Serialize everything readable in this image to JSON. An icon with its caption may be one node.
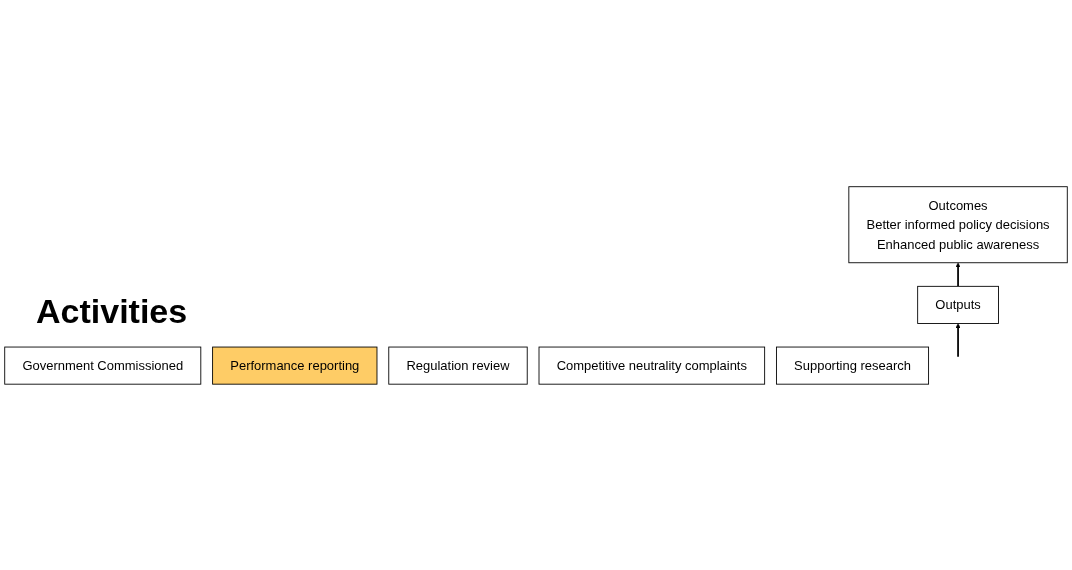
{
  "diagram": {
    "nodes": [
      {
        "text": [
          "Outcomes",
          "Better informed policy decisions",
          "Enhanced public awareness"
        ]
      },
      {
        "text": [
          "Outputs"
        ]
      },
      {
        "text": [
          "Government Commissioned"
        ]
      },
      {
        "text": [
          "Performance reporting"
        ]
      },
      {
        "text": [
          "Regulation review"
        ]
      },
      {
        "text": [
          "Competitive neutrality complaints"
        ]
      },
      {
        "text": [
          "Supporting research"
        ]
      }
    ],
    "edges": [
      {
        "from": 1,
        "to": 0,
        "arrow": "to"
      },
      {
        "from": null,
        "to": 1,
        "arrow": "to"
      }
    ],
    "labels": [
      "Activities"
    ]
  }
}
